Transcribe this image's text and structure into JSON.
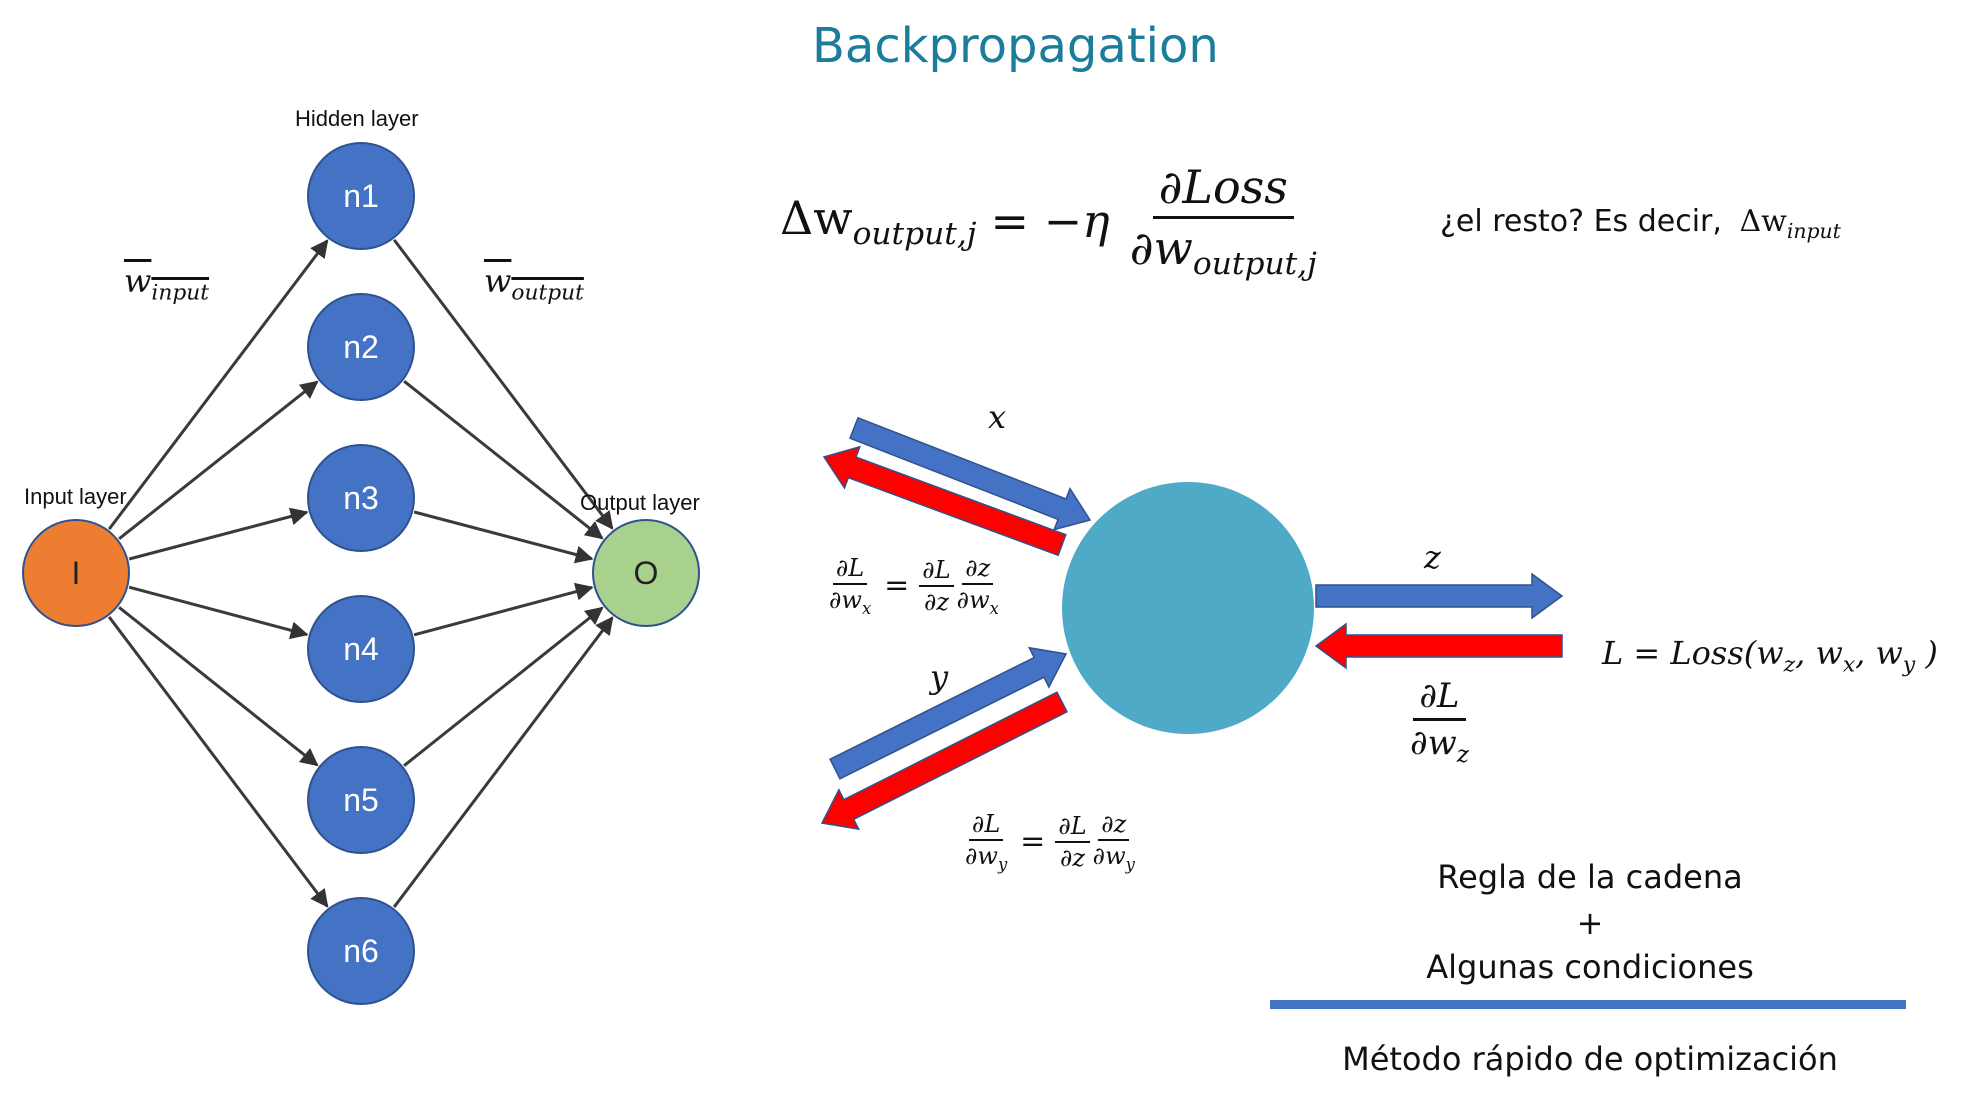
{
  "title": "Backpropagation",
  "network": {
    "input_layer_label": "Input layer",
    "hidden_layer_label": "Hidden layer",
    "output_layer_label": "Output layer",
    "input_node": "I",
    "output_node": "O",
    "hidden_nodes": [
      "n1",
      "n2",
      "n3",
      "n4",
      "n5",
      "n6"
    ],
    "w_input_label": "w",
    "w_input_sub": "input",
    "w_output_label": "w",
    "w_output_sub": "output"
  },
  "formula": {
    "lhs_delta": "Δw",
    "lhs_sub": "output,j",
    "eq_rhs": "= −η",
    "frac_num": "∂Loss",
    "frac_den": "∂w",
    "frac_den_sub": "output,j"
  },
  "question": {
    "text": "¿el resto? Es decir,",
    "delta": "Δw",
    "sub": "input"
  },
  "neuron": {
    "label_x": "x",
    "label_y": "y",
    "label_z": "z",
    "dLdwx": {
      "num": "∂L",
      "den": "∂w",
      "den_sub": "x",
      "eq": "=",
      "n1": "∂L",
      "d1": "∂z",
      "n2": "∂z",
      "d2": "∂w",
      "d2_sub": "x"
    },
    "dLdwy": {
      "num": "∂L",
      "den": "∂w",
      "den_sub": "y",
      "eq": "=",
      "n1": "∂L",
      "d1": "∂z",
      "n2": "∂z",
      "d2": "∂w",
      "d2_sub": "y"
    },
    "dLdwz": {
      "num": "∂L",
      "den": "∂w",
      "den_sub": "z"
    },
    "loss_prefix": "L = Loss(w",
    "loss_sub_z": "z",
    "loss_comma1": ", w",
    "loss_sub_x": "x",
    "loss_comma2": ", w",
    "loss_sub_y": "y",
    "loss_suffix": " )"
  },
  "summary": {
    "line1": "Regla de la cadena",
    "plus": "+",
    "line2": "Algunas condiciones",
    "result": "Método rápido de optimización"
  },
  "colors": {
    "title": "#1a7d9c",
    "hidden_node": "#4472c4",
    "input_node": "#ed7d31",
    "output_node": "#a9d18e",
    "neuron": "#4eaac6",
    "forward_arrow": "#4472c4",
    "backward_arrow": "#ff0000"
  }
}
